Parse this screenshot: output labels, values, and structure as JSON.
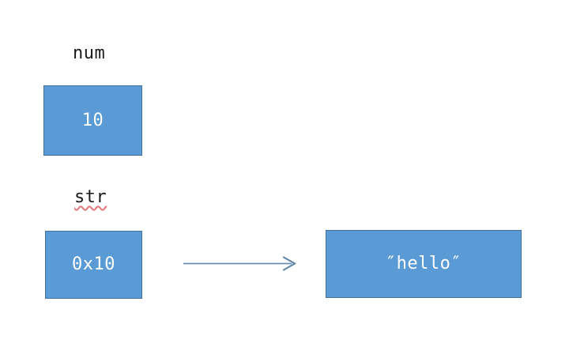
{
  "diagram": {
    "title": "Variable and pointer memory diagram",
    "background_color": "#ffffff",
    "box_fill_color": "#5b9bd5",
    "box_border_color": "#41719c",
    "box_text_color": "#ffffff",
    "label_text_color": "#1a1a1a",
    "arrow_color": "#6a8fb0",
    "spellcheck_underline_color": "#e2767b"
  },
  "labels": {
    "num": "num",
    "str": "str"
  },
  "boxes": {
    "num_value": "10",
    "pointer_value": "0x10",
    "string_value": "″hello″"
  },
  "arrow": {
    "name": "points-to",
    "from": "pointer-box",
    "to": "string-box"
  }
}
